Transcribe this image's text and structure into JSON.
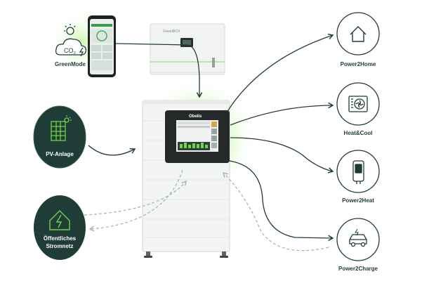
{
  "sources": {
    "green_mode": "GreenMode",
    "pv": "PV-Anlage",
    "grid_line1": "Öffentliches",
    "grid_line2": "Stromnetz"
  },
  "outputs": {
    "home": "Power2Home",
    "heat_cool": "Heat&Cool",
    "heat": "Power2Heat",
    "charge": "Power2Charge"
  },
  "device": {
    "top_unit_label": "GreenBOX",
    "brand": "Obelis"
  },
  "icons": {
    "green_mode": "co2-cloud-sun-icon",
    "pv": "solar-panel-icon",
    "grid": "house-lightning-icon",
    "home": "house-icon",
    "heat_cool": "heat-pump-fan-icon",
    "heat": "water-heater-icon",
    "charge": "electric-car-icon"
  },
  "colors": {
    "dark_green": "#1f3d36",
    "accent_green": "#6fd34a",
    "glow": "#9be86a",
    "dashed": "#9fb4b0"
  }
}
